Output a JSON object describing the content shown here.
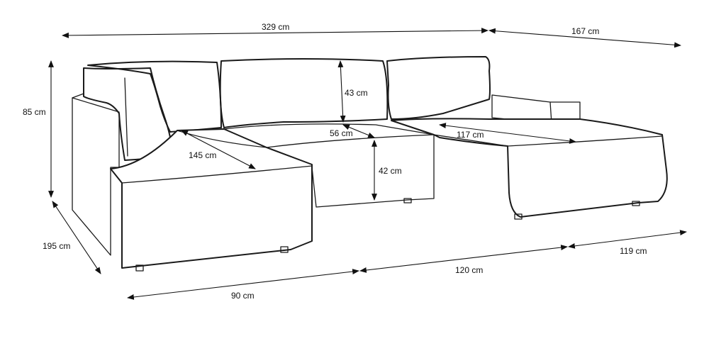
{
  "dimensions": {
    "total_width": "329 cm",
    "chaise_depth_right": "167 cm",
    "height": "85 cm",
    "backrest_height": "43 cm",
    "seat_depth": "56 cm",
    "left_chaise_length": "145 cm",
    "right_chaise_length": "117 cm",
    "seat_height": "42 cm",
    "depth_left": "195 cm",
    "left_section_width": "90 cm",
    "middle_section_width": "120 cm",
    "right_section_width": "119 cm"
  }
}
